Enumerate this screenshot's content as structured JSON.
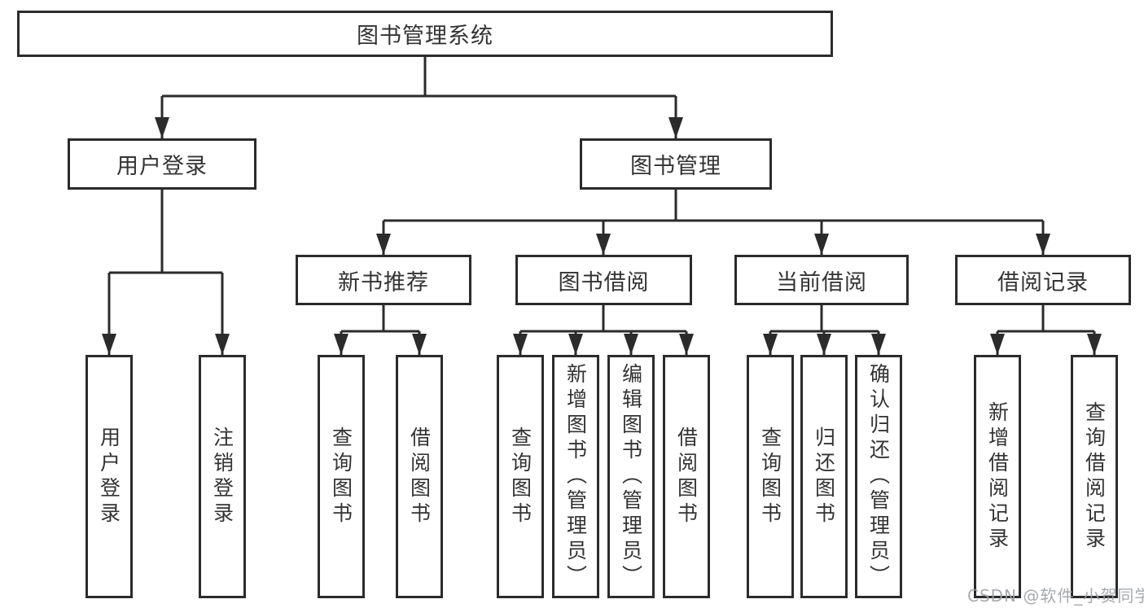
{
  "diagram": {
    "root": {
      "label": "图书管理系统"
    },
    "login": {
      "label": "用户登录",
      "children": [
        {
          "label": "用户登录"
        },
        {
          "label": "注销登录"
        }
      ]
    },
    "mgmt": {
      "label": "图书管理",
      "children": [
        {
          "label": "新书推荐",
          "children": [
            {
              "label": "查询图书"
            },
            {
              "label": "借阅图书"
            }
          ]
        },
        {
          "label": "图书借阅",
          "children": [
            {
              "label": "查询图书"
            },
            {
              "label": "新增图书（管理员）"
            },
            {
              "label": "编辑图书（管理员）"
            },
            {
              "label": "借阅图书"
            }
          ]
        },
        {
          "label": "当前借阅",
          "children": [
            {
              "label": "查询图书"
            },
            {
              "label": "归还图书"
            },
            {
              "label": "确认归还（管理员）"
            }
          ]
        },
        {
          "label": "借阅记录",
          "children": [
            {
              "label": "新增借阅记录"
            },
            {
              "label": "查询借阅记录"
            }
          ]
        }
      ]
    }
  },
  "watermark": {
    "text": "CSDN @软件_小贺同学"
  },
  "colors": {
    "line": "#2b2b2b",
    "text": "#333333",
    "box_fill": "#ffffff",
    "watermark": "#9da1a6",
    "background": "#ffffff"
  }
}
